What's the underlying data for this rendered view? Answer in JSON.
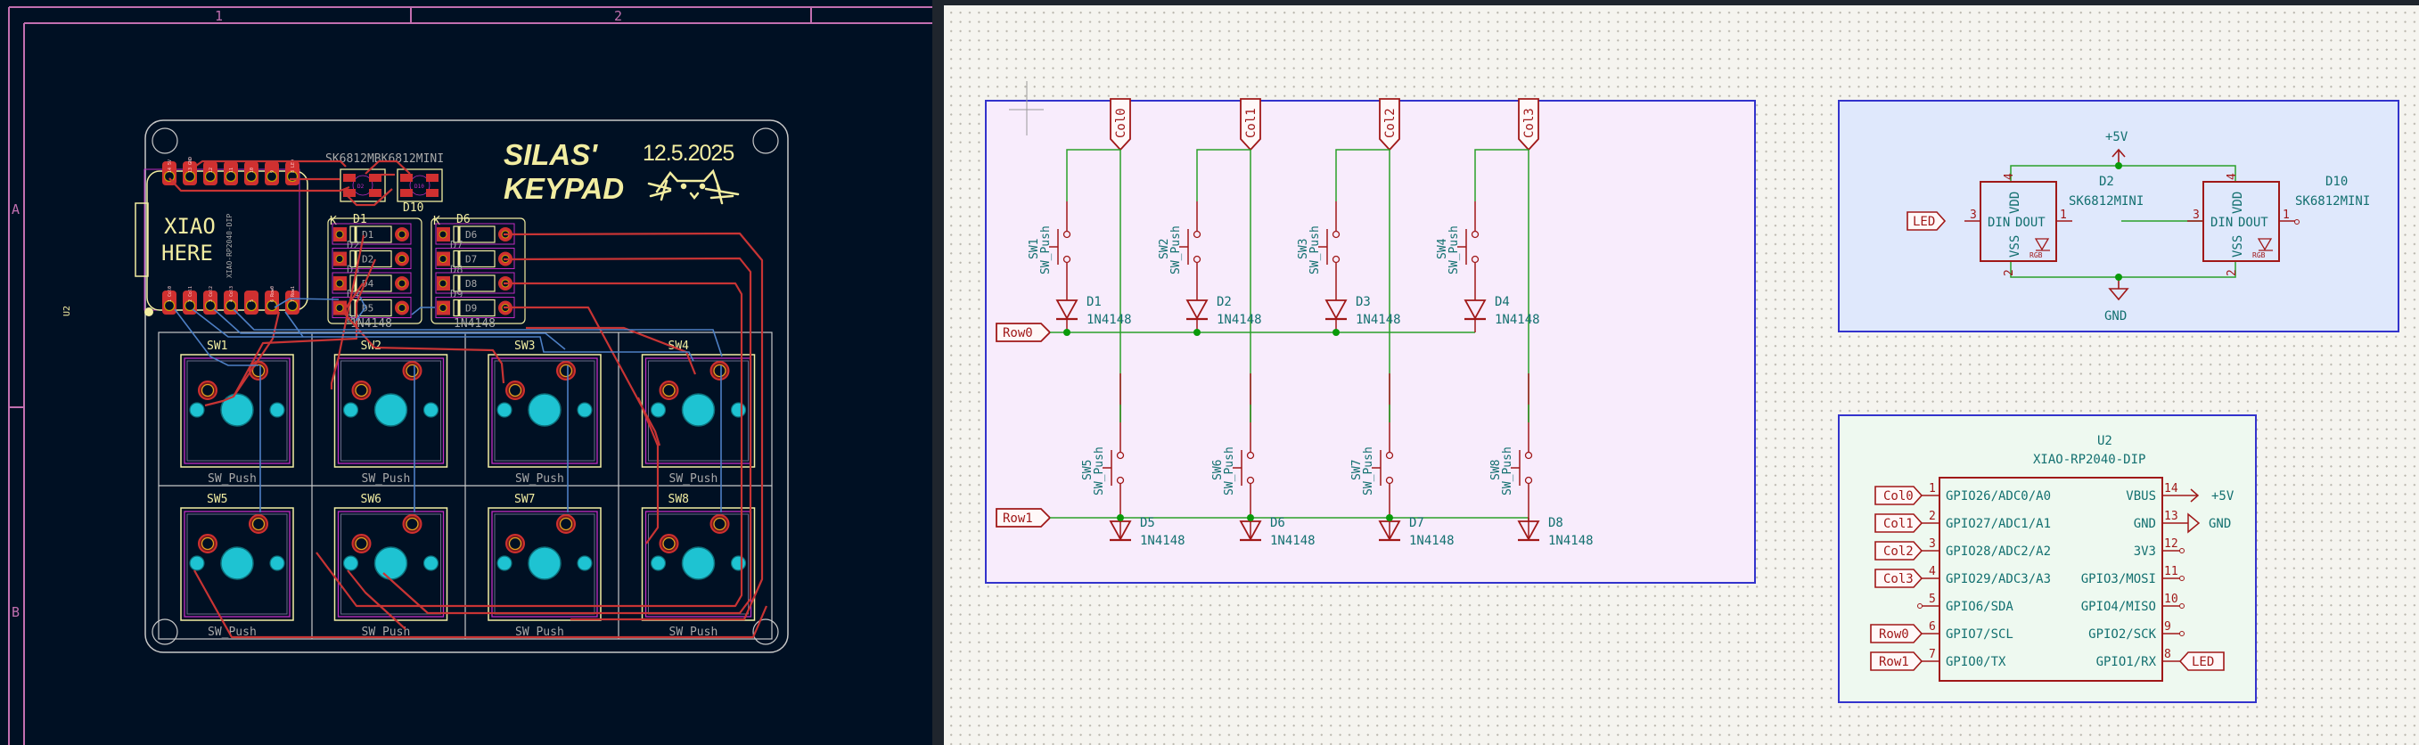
{
  "pcb": {
    "frame": {
      "columns": [
        "1",
        "2"
      ],
      "rows": [
        "A",
        "B"
      ]
    },
    "title_line1": "SILAS'",
    "title_line2": "KEYPAD",
    "date": "12.5.2025",
    "logo": "cat-face-icon",
    "mcu": {
      "ref": "U2",
      "silk_line1": "XIAO",
      "silk_line2": "HERE",
      "fab_value": "XIAO-RP2040-DIP",
      "top_pins": [
        "14 5V",
        "13 GND",
        "12",
        "11",
        "10",
        "9",
        "8 LED"
      ],
      "bottom_pins": [
        "1 Col0",
        "2 Col1",
        "3 Col2",
        "4 Col3",
        "5",
        "6 Row0",
        "7 Row1"
      ]
    },
    "leds": [
      {
        "ref": "D2",
        "value": "SK6812MINI"
      },
      {
        "ref": "D10",
        "value": "SK6812MINI"
      }
    ],
    "led_values_overlap": "SK6812MBK6812MINI",
    "diode_groups": [
      {
        "header": "D1",
        "k_label": "K",
        "value": "1N4148",
        "rows": [
          {
            "ref": "D1",
            "over": "D2"
          },
          {
            "ref": "D2",
            "over": "D3"
          },
          {
            "ref": "D4",
            "over": "D4"
          },
          {
            "ref": "D5",
            "over": "D5"
          }
        ]
      },
      {
        "header": "D6",
        "k_label": "K",
        "value": "1N4148",
        "rows": [
          {
            "ref": "D6",
            "over": "D7"
          },
          {
            "ref": "D7",
            "over": "D8"
          },
          {
            "ref": "D8",
            "over": "D9"
          },
          {
            "ref": "D9",
            "over": ""
          }
        ]
      }
    ],
    "diode_row_value": "1N4148",
    "switches": [
      {
        "ref": "SW1",
        "value": "SW_Push"
      },
      {
        "ref": "SW2",
        "value": "SW_Push"
      },
      {
        "ref": "SW3",
        "value": "SW_Push"
      },
      {
        "ref": "SW4",
        "value": "SW_Push"
      },
      {
        "ref": "SW5",
        "value": "SW_Push"
      },
      {
        "ref": "SW6",
        "value": "SW_Push"
      },
      {
        "ref": "SW7",
        "value": "SW_Push"
      },
      {
        "ref": "SW8",
        "value": "SW_Push"
      }
    ],
    "colors": {
      "background": "#001023",
      "frame": "#c26fb0",
      "silkscreen": "#f2eda1",
      "edge_cuts": "#c8c8c8",
      "copper_front": "#c83434",
      "copper_back": "#4d7fc4",
      "pad": "#d03030",
      "npth": "#1ec3d2",
      "courtyard": "#c22cc2"
    }
  },
  "schematic": {
    "matrix": {
      "columns": [
        "Col0",
        "Col1",
        "Col2",
        "Col3"
      ],
      "rows": [
        "Row0",
        "Row1"
      ],
      "switches": [
        {
          "ref": "SW1",
          "value": "SW_Push"
        },
        {
          "ref": "SW2",
          "value": "SW_Push"
        },
        {
          "ref": "SW3",
          "value": "SW_Push"
        },
        {
          "ref": "SW4",
          "value": "SW_Push"
        },
        {
          "ref": "SW5",
          "value": "SW_Push"
        },
        {
          "ref": "SW6",
          "value": "SW_Push"
        },
        {
          "ref": "SW7",
          "value": "SW_Push"
        },
        {
          "ref": "SW8",
          "value": "SW_Push"
        }
      ],
      "diodes": [
        {
          "ref": "D1",
          "value": "1N4148"
        },
        {
          "ref": "D2",
          "value": "1N4148"
        },
        {
          "ref": "D3",
          "value": "1N4148"
        },
        {
          "ref": "D4",
          "value": "1N4148"
        },
        {
          "ref": "D5",
          "value": "1N4148"
        },
        {
          "ref": "D6",
          "value": "1N4148"
        },
        {
          "ref": "D7",
          "value": "1N4148"
        },
        {
          "ref": "D8",
          "value": "1N4148"
        }
      ]
    },
    "leds": {
      "power_label": "+5V",
      "ground_label": "GND",
      "input_label": "LED",
      "parts": [
        {
          "ref": "D2",
          "value": "SK6812MINI"
        },
        {
          "ref": "D10",
          "value": "SK6812MINI"
        }
      ],
      "pin_names": {
        "vdd": "VDD",
        "vss": "VSS",
        "din": "DIN",
        "dout": "DOUT",
        "rgb": "RGB"
      },
      "pin_numbers": {
        "vdd": "4",
        "vss": "2",
        "din": "3",
        "dout": "1"
      }
    },
    "mcu": {
      "ref": "U2",
      "value": "XIAO-RP2040-DIP",
      "left_pins": [
        {
          "num": "1",
          "name": "GPIO26/ADC0/A0",
          "net": "Col0"
        },
        {
          "num": "2",
          "name": "GPIO27/ADC1/A1",
          "net": "Col1"
        },
        {
          "num": "3",
          "name": "GPIO28/ADC2/A2",
          "net": "Col2"
        },
        {
          "num": "4",
          "name": "GPIO29/ADC3/A3",
          "net": "Col3"
        },
        {
          "num": "5",
          "name": "GPIO6/SDA",
          "net": ""
        },
        {
          "num": "6",
          "name": "GPIO7/SCL",
          "net": "Row0"
        },
        {
          "num": "7",
          "name": "GPIO0/TX",
          "net": "Row1"
        }
      ],
      "right_pins": [
        {
          "num": "14",
          "name": "VBUS",
          "net": "+5V"
        },
        {
          "num": "13",
          "name": "GND",
          "net": "GND"
        },
        {
          "num": "12",
          "name": "3V3",
          "net": ""
        },
        {
          "num": "11",
          "name": "GPIO3/MOSI",
          "net": ""
        },
        {
          "num": "10",
          "name": "GPIO4/MISO",
          "net": ""
        },
        {
          "num": "9",
          "name": "GPIO2/SCK",
          "net": ""
        },
        {
          "num": "8",
          "name": "GPIO1/RX",
          "net": "LED"
        }
      ]
    },
    "colors": {
      "sheet_bg": "#f5f4ef",
      "wire": "#2aa02a",
      "symbol": "#a01818",
      "field_text": "#137070",
      "group_border": "#3333cc",
      "matrix_fill": "#f8ecfc",
      "led_fill": "#dfe8fc",
      "mcu_fill": "#eef9f0",
      "junction": "#0a9a0a"
    }
  }
}
